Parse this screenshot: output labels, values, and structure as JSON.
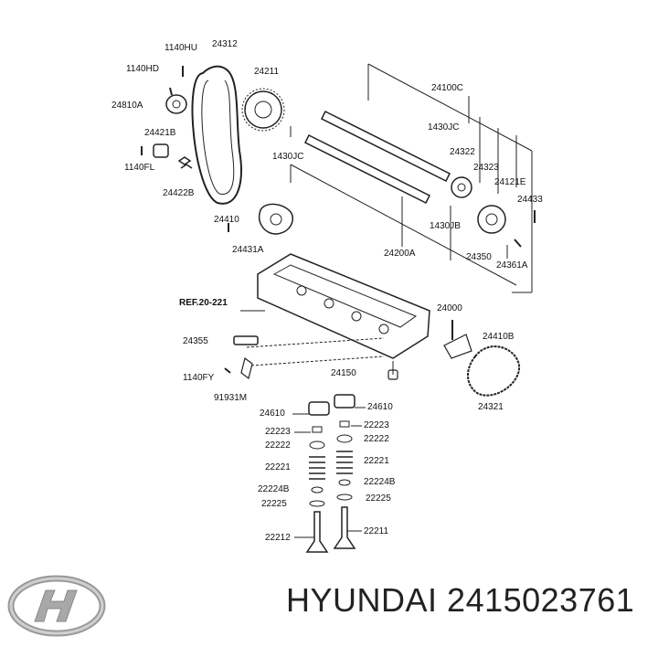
{
  "brand": {
    "name": "HYUNDAI",
    "part_number": "2415023761"
  },
  "diagram": {
    "reference": "REF.20-221",
    "callouts": [
      "1140HU",
      "24312",
      "1140HD",
      "24211",
      "24810A",
      "24100C",
      "24421B",
      "1430JC",
      "24322",
      "1140FL",
      "1430JC",
      "24323",
      "24422B",
      "24121E",
      "24433",
      "24410",
      "1430JB",
      "24431A",
      "24200A",
      "24350",
      "24361A",
      "24000",
      "24355",
      "24410B",
      "1140FY",
      "24150",
      "91931M",
      "24321",
      "24610",
      "24610",
      "22223",
      "22223",
      "22222",
      "22222",
      "22221",
      "22221",
      "22224B",
      "22224B",
      "22225",
      "22225",
      "22212",
      "22211"
    ]
  }
}
